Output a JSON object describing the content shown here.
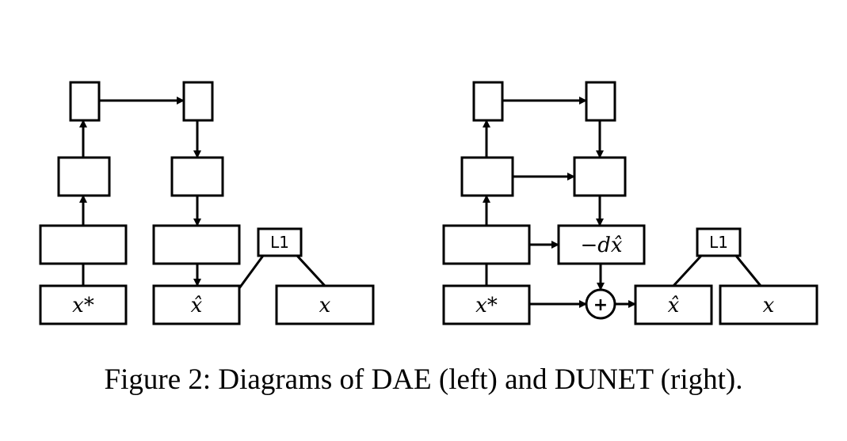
{
  "caption": "Figure 2: Diagrams of DAE (left) and DUNET (right).",
  "dae": {
    "input_label": "x*",
    "recon_label": "x̂",
    "target_label": "x",
    "loss_label": "L1"
  },
  "dunet": {
    "input_label": "x*",
    "noise_label": "−dx̂",
    "sum_label": "+",
    "recon_label": "x̂",
    "target_label": "x",
    "loss_label": "L1"
  }
}
